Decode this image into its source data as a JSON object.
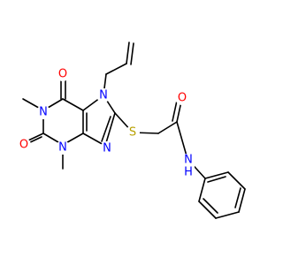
{
  "molecule": {
    "atom_labels": {
      "o_top": "O",
      "o_left": "O",
      "o_amide": "O",
      "n1": "N",
      "n3": "N",
      "n7": "N",
      "n9": "N",
      "s": "S",
      "n_amide": "N",
      "h_amide": "H"
    },
    "colors": {
      "carbon": "#000000",
      "nitrogen": "#0000ff",
      "oxygen": "#ff0000",
      "sulfur": "#b8a000"
    }
  }
}
